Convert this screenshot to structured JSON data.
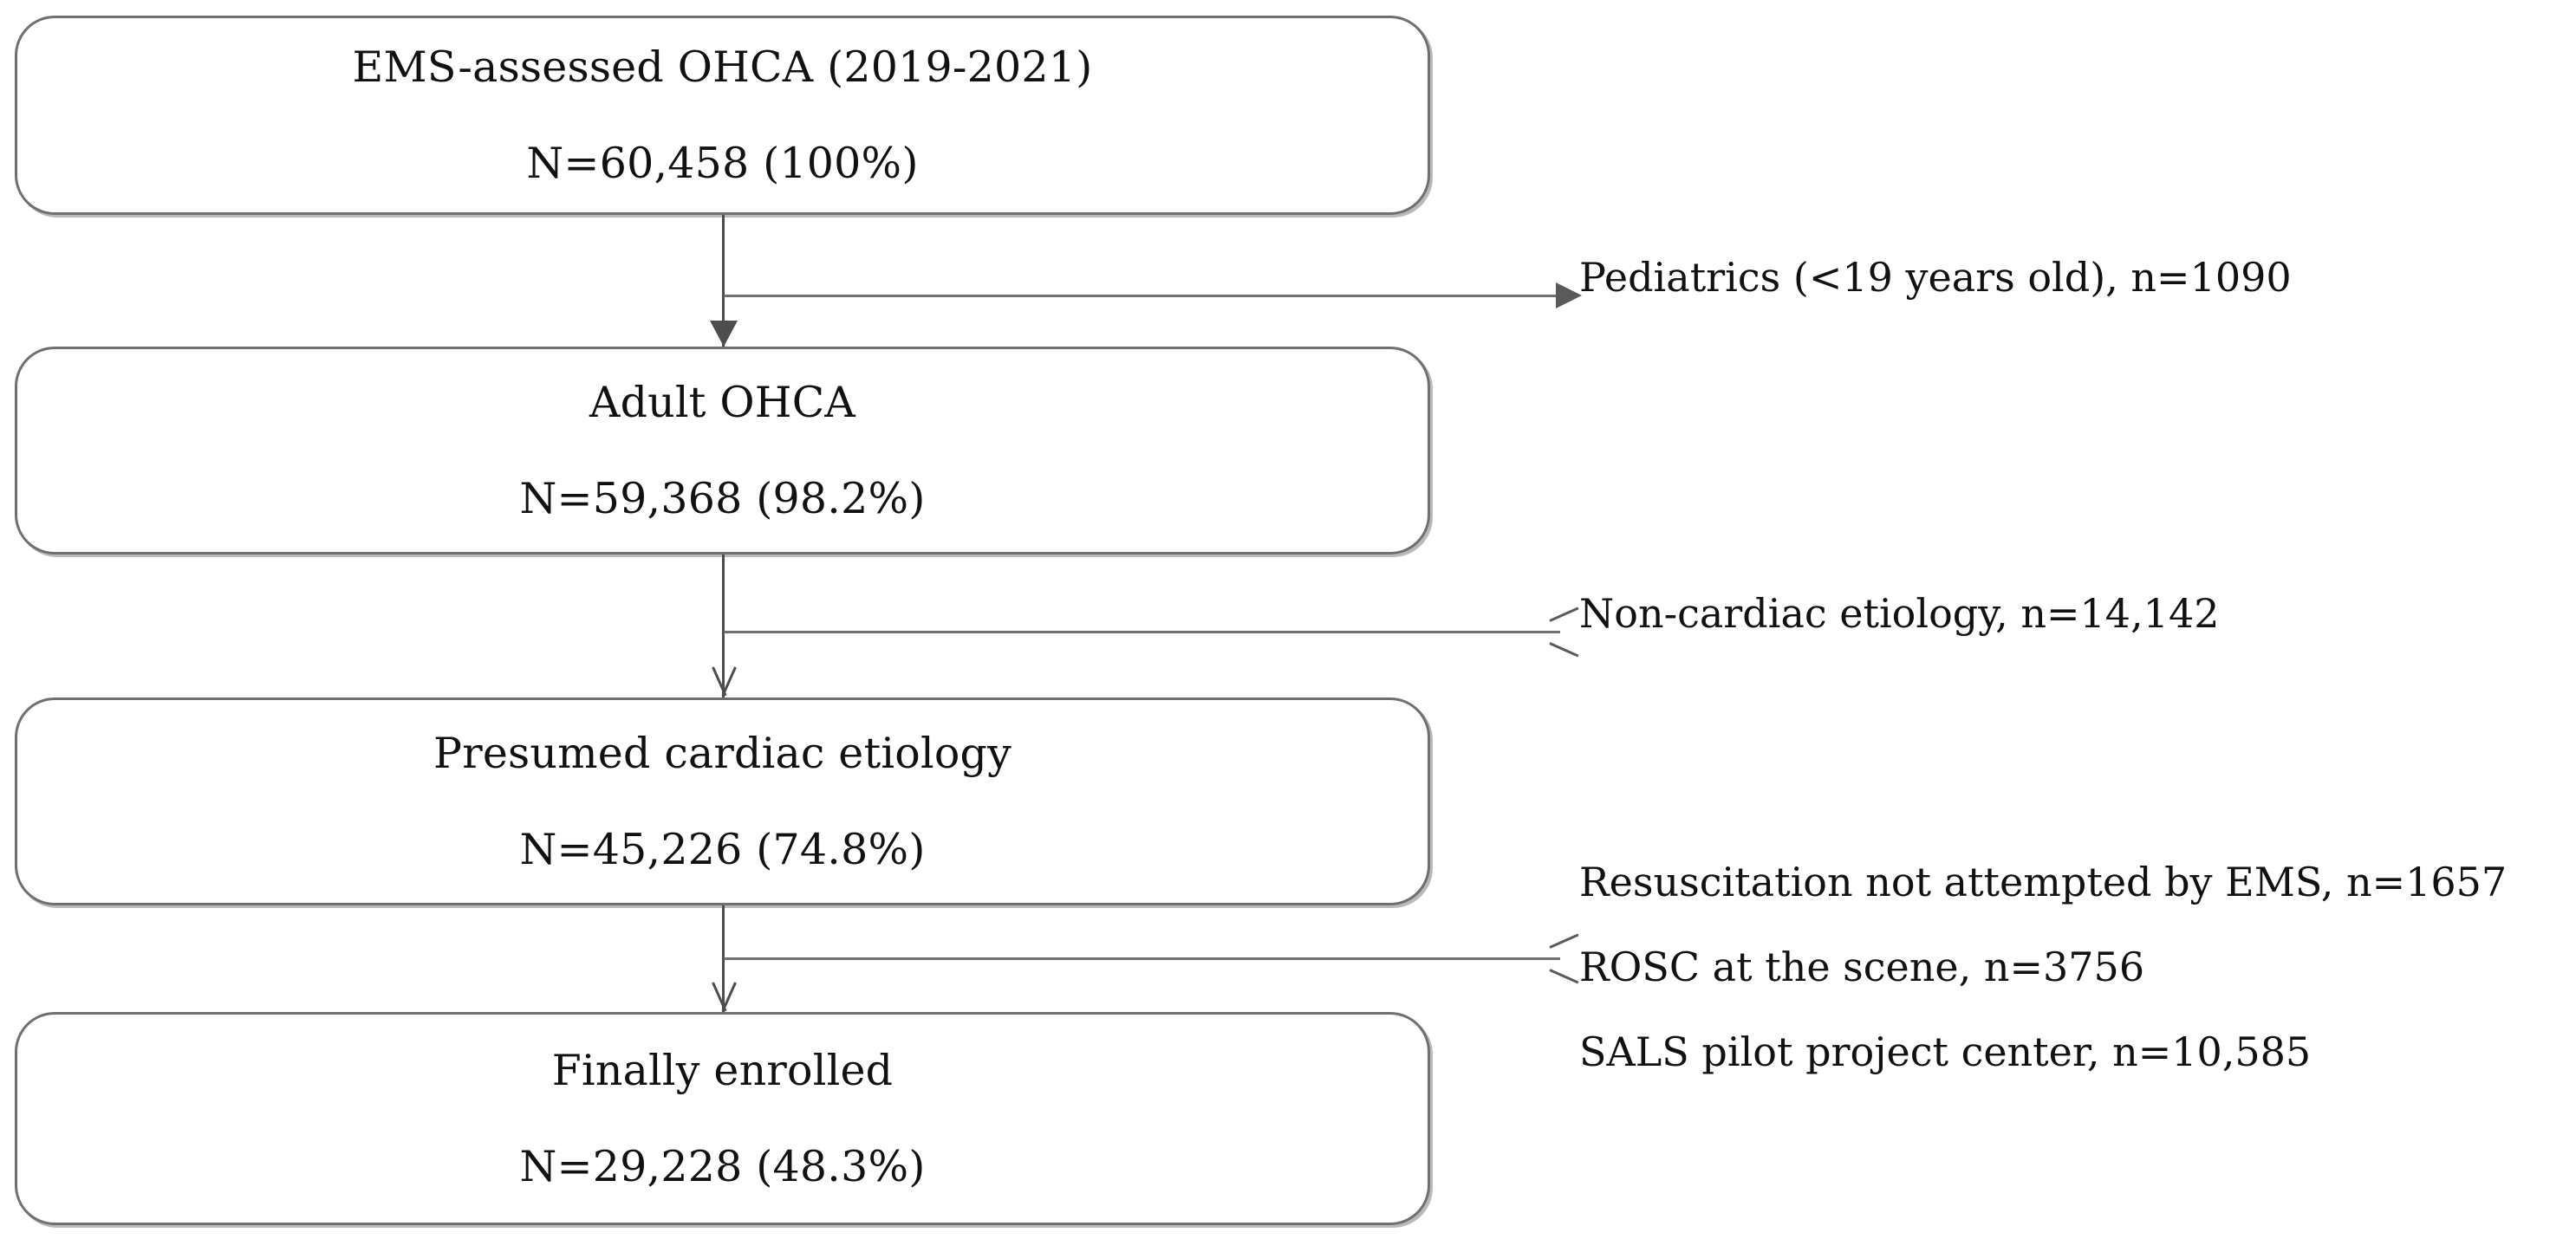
{
  "figure": {
    "type": "participant-flow-diagram",
    "boxes": [
      {
        "id": "ems-assessed-ohca",
        "title": "EMS-assessed OHCA (2019-2021)",
        "count": "N=60,458 (100%)"
      },
      {
        "id": "adult-ohca",
        "title": "Adult OHCA",
        "count": "N=59,368 (98.2%)"
      },
      {
        "id": "presumed-cardiac-etiology",
        "title": "Presumed cardiac etiology",
        "count": "N=45,226 (74.8%)"
      },
      {
        "id": "finally-enrolled",
        "title": "Finally enrolled",
        "count": "N=29,228 (48.3%)"
      }
    ],
    "exclusions": [
      {
        "id": "pediatrics",
        "lines": [
          "Pediatrics (<19 years old), n=1090"
        ]
      },
      {
        "id": "non-cardiac-etiology",
        "lines": [
          "Non-cardiac etiology, n=14,142"
        ]
      },
      {
        "id": "final-exclusions",
        "lines": [
          "Resuscitation not attempted by EMS, n=1657",
          "ROSC at the scene, n=3756",
          "SALS pilot project center, n=10,585"
        ]
      }
    ],
    "colors": {
      "box_border": "#6f6f6f",
      "box_shadow": "#b9b9b9",
      "connector": "#4d4d4d",
      "arrow": "#5a5a5a",
      "text": "#111111",
      "background": "#ffffff"
    }
  }
}
